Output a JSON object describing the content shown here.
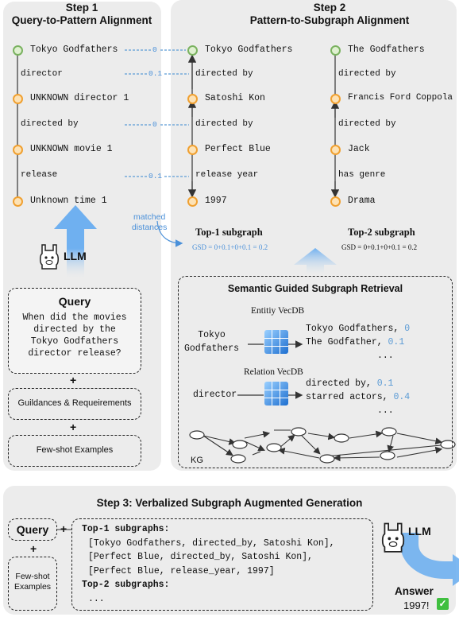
{
  "step1": {
    "title1": "Step 1",
    "title2": "Query-to-Pattern Alignment"
  },
  "step2": {
    "title1": "Step 2",
    "title2": "Pattern-to-Subgraph Alignment"
  },
  "pattern": {
    "nodes": [
      "Tokyo Godfathers",
      "UNKNOWN director 1",
      "UNKNOWN movie 1",
      "Unknown time 1"
    ],
    "edges": [
      "director",
      "directed by",
      "release"
    ]
  },
  "distances": [
    "0",
    "0.1",
    "0",
    "0.1"
  ],
  "matched_label": [
    "matched",
    "distances"
  ],
  "top1": {
    "nodes": [
      "Tokyo Godfathers",
      "Satoshi Kon",
      "Perfect Blue",
      "1997"
    ],
    "edges": [
      "directed by",
      "directed by",
      "release year"
    ],
    "title": "Top-1 subgraph",
    "gsd": "GSD = 0+0.1+0+0.1 = 0.2"
  },
  "top2": {
    "nodes": [
      "The Godfathers",
      "Francis Ford Coppola",
      "Jack",
      "Drama"
    ],
    "edges": [
      "directed by",
      "directed by",
      "has genre"
    ],
    "title": "Top-2 subgraph",
    "gsd": "GSD = 0+0.1+0+0.1 = 0.2"
  },
  "llm": "LLM",
  "query": {
    "title": "Query",
    "text": [
      "When did the movies",
      "directed by the",
      "Tokyo Godfathers",
      "director release?"
    ]
  },
  "plus": "+",
  "guidances": "Guildances & Requeirements",
  "fewshot": "Few-shot Examples",
  "retrieval": {
    "title": "Semantic Guided Subgraph Retrieval",
    "entity_db": "Entitiy VecDB",
    "entity_in": [
      "Tokyo",
      "Godfathers"
    ],
    "entity_out": [
      {
        "name": "Tokyo Godfathers,",
        "score": "0"
      },
      {
        "name": "The Godfather,",
        "score": "0.1"
      }
    ],
    "relation_db": "Relation VecDB",
    "relation_in": "director",
    "relation_out": [
      {
        "name": "directed by,",
        "score": "0.1"
      },
      {
        "name": "starred actors,",
        "score": "0.4"
      }
    ],
    "ellipsis": "...",
    "kg": "KG"
  },
  "step3": {
    "title": "Step 3: Verbalized Subgraph Augmented Generation",
    "query": "Query",
    "fewshot": [
      "Few-shot",
      "Examples"
    ],
    "lines": [
      "Top-1 subgraphs:",
      "[Tokyo Godfathers, directed_by, Satoshi Kon],",
      "[Perfect Blue, directed_by, Satoshi Kon],",
      "[Perfect Blue, release_year, 1997]",
      "Top-2 subgraphs:",
      "..."
    ],
    "llm": "LLM",
    "answer": "Answer",
    "answer_value": "1997!"
  },
  "colors": {
    "panel": "#ececec",
    "green": "#7ab260",
    "orange": "#f0a030",
    "blue": "#5b9bd5",
    "check": "#3fbf3f"
  }
}
